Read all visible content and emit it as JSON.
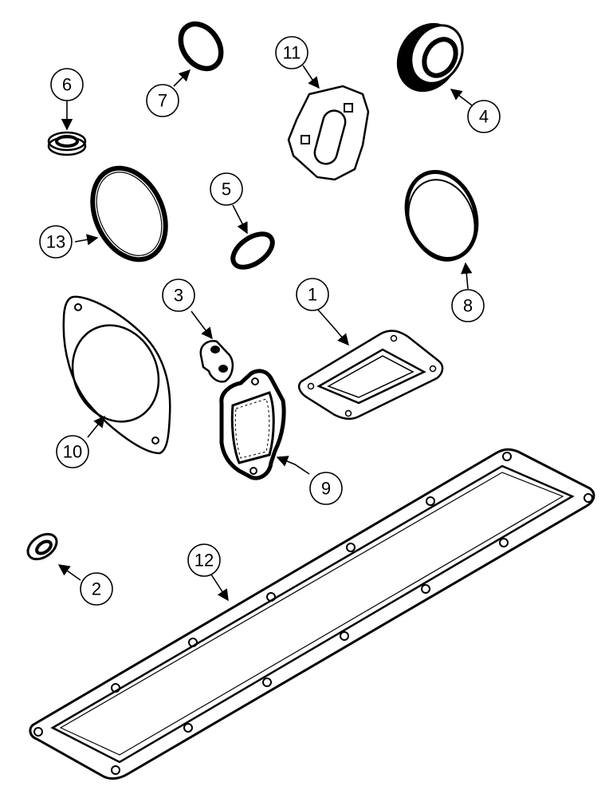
{
  "diagram": {
    "colors": {
      "ink": "#000000",
      "paper": "#ffffff"
    },
    "callouts": [
      {
        "id": "c1",
        "label": "1"
      },
      {
        "id": "c2",
        "label": "2"
      },
      {
        "id": "c3",
        "label": "3"
      },
      {
        "id": "c4",
        "label": "4"
      },
      {
        "id": "c5",
        "label": "5"
      },
      {
        "id": "c6",
        "label": "6"
      },
      {
        "id": "c7",
        "label": "7"
      },
      {
        "id": "c8",
        "label": "8"
      },
      {
        "id": "c9",
        "label": "9"
      },
      {
        "id": "c10",
        "label": "10"
      },
      {
        "id": "c11",
        "label": "11"
      },
      {
        "id": "c12",
        "label": "12"
      },
      {
        "id": "c13",
        "label": "13"
      }
    ]
  }
}
